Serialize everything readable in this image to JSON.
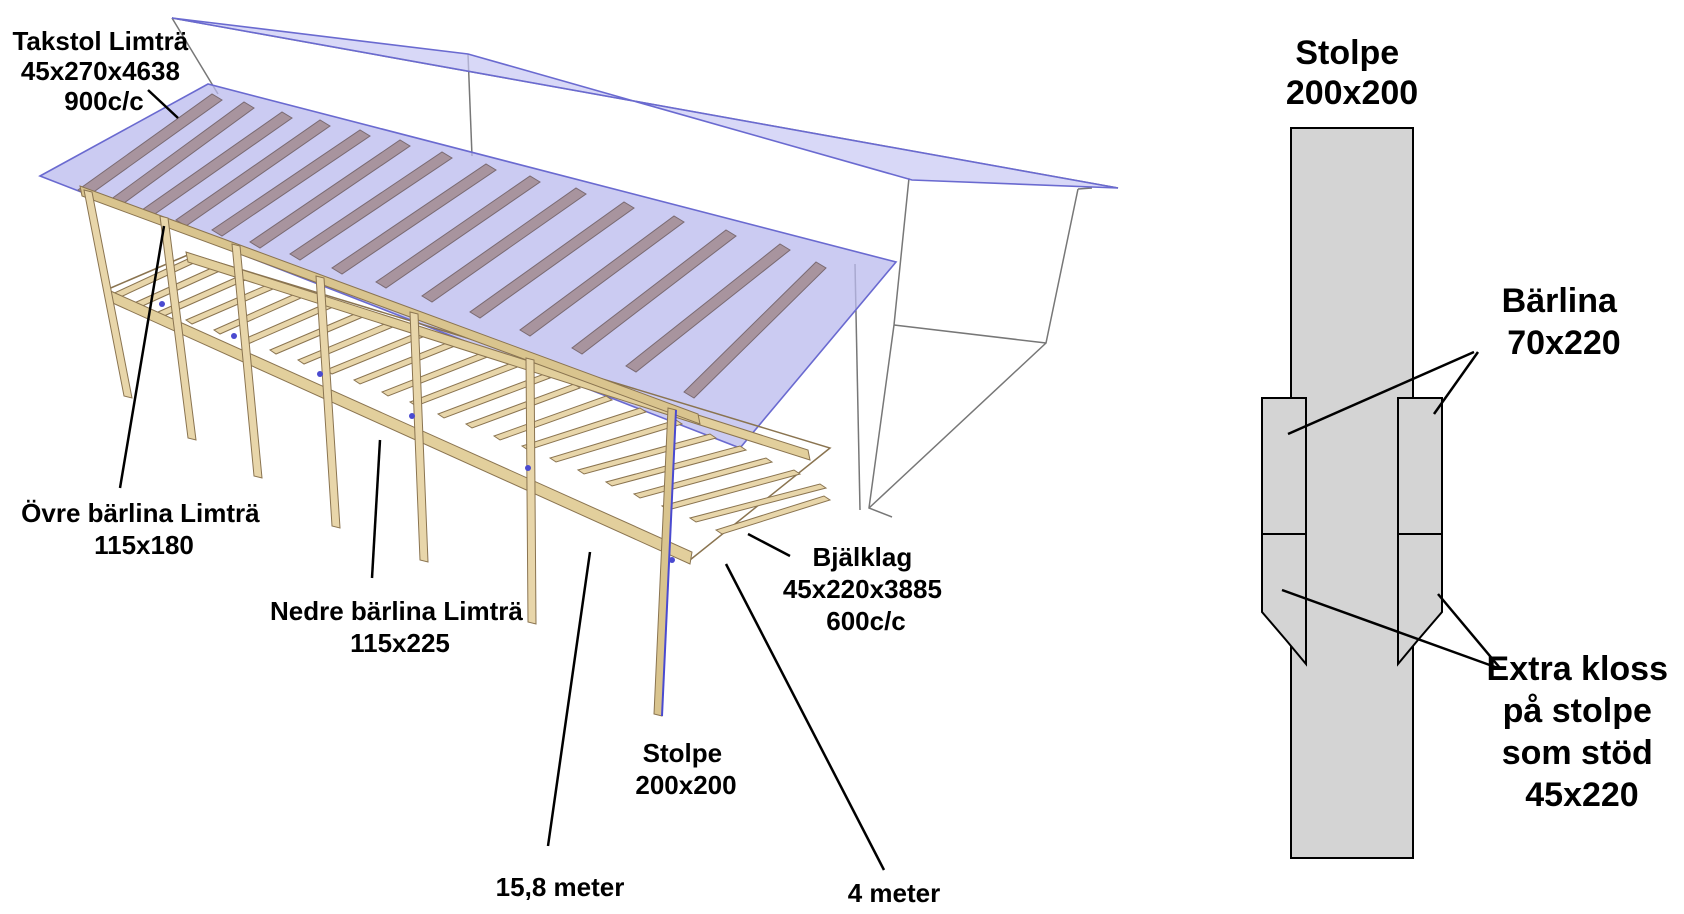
{
  "left_diagram": {
    "labels": {
      "takstol": [
        "Takstol Limträ",
        "45x270x4638",
        "900c/c"
      ],
      "ovre_barlina": [
        "Övre bärlina Limträ",
        "115x180"
      ],
      "nedre_barlina": [
        "Nedre bärlina Limträ",
        "115x225"
      ],
      "bjalklag": [
        "Bjälklag",
        "45x220x3885",
        "600c/c"
      ],
      "stolpe": [
        "Stolpe",
        "200x200"
      ],
      "length": "15,8 meter",
      "width": "4 meter"
    },
    "colors": {
      "roof_fill": "#b9b9ee",
      "roof_stroke": "#6a6ad0",
      "timber": "#e8d6aa",
      "timber_edge": "#8a7450",
      "rafter": "#a8949e",
      "wire": "#777777"
    }
  },
  "right_detail": {
    "labels": {
      "stolpe": [
        "Stolpe",
        "200x200"
      ],
      "barlina": [
        "Bärlina",
        "70x220"
      ],
      "kloss": [
        "Extra kloss",
        "på stolpe",
        "som stöd",
        "45x220"
      ]
    },
    "colors": {
      "post_fill": "#d4d4d4",
      "post_stroke": "#000000"
    }
  }
}
